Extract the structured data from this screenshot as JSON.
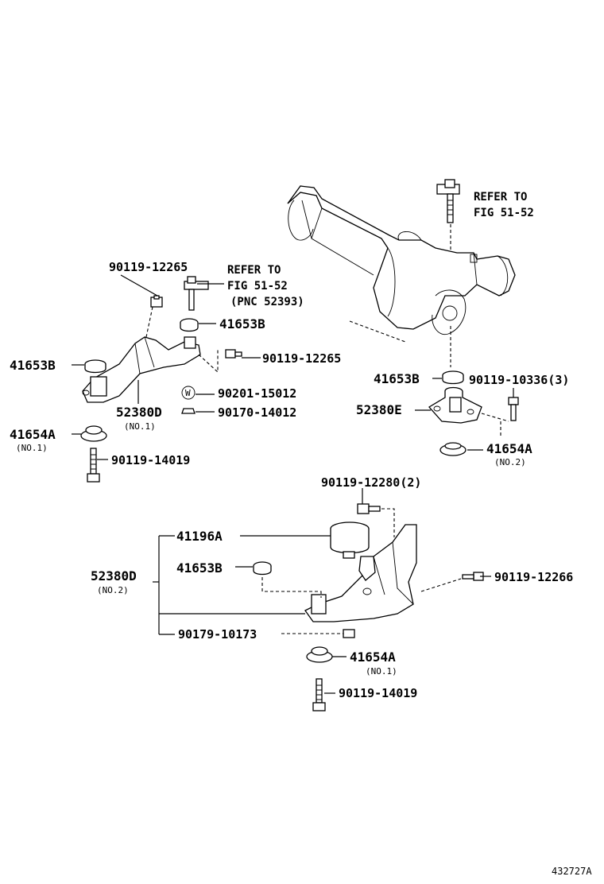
{
  "labels": {
    "ref_top": "REFER TO",
    "ref_top_fig": "FIG 51-52",
    "ref_left": "REFER TO",
    "ref_left_fig": "FIG 51-52",
    "ref_left_pnc": "(PNC 52393)",
    "p_90119_12265_a": "90119-12265",
    "p_41653B_a": "41653B",
    "p_41653B_b": "41653B",
    "p_90119_12265_b": "90119-12265",
    "p_41653B_c": "41653B",
    "p_90119_10336": "90119-10336(3)",
    "w_symbol": "W",
    "p_90201_15012": "90201-15012",
    "p_90170_14012": "90170-14012",
    "p_52380D_a": "52380D",
    "p_52380D_a_sub": "(NO.1)",
    "p_52380E": "52380E",
    "p_41654A_a": "41654A",
    "p_41654A_a_sub": "(NO.1)",
    "p_41654A_b": "41654A",
    "p_41654A_b_sub": "(NO.2)",
    "p_90119_14019_a": "90119-14019",
    "p_90119_12280": "90119-12280(2)",
    "p_41196A": "41196A",
    "p_41653B_d": "41653B",
    "p_52380D_b": "52380D",
    "p_52380D_b_sub": "(NO.2)",
    "p_90119_12266": "90119-12266",
    "p_90179_10173": "90179-10173",
    "p_41654A_c": "41654A",
    "p_41654A_c_sub": "(NO.1)",
    "p_90119_14019_b": "90119-14019",
    "figure_id": "432727A"
  }
}
